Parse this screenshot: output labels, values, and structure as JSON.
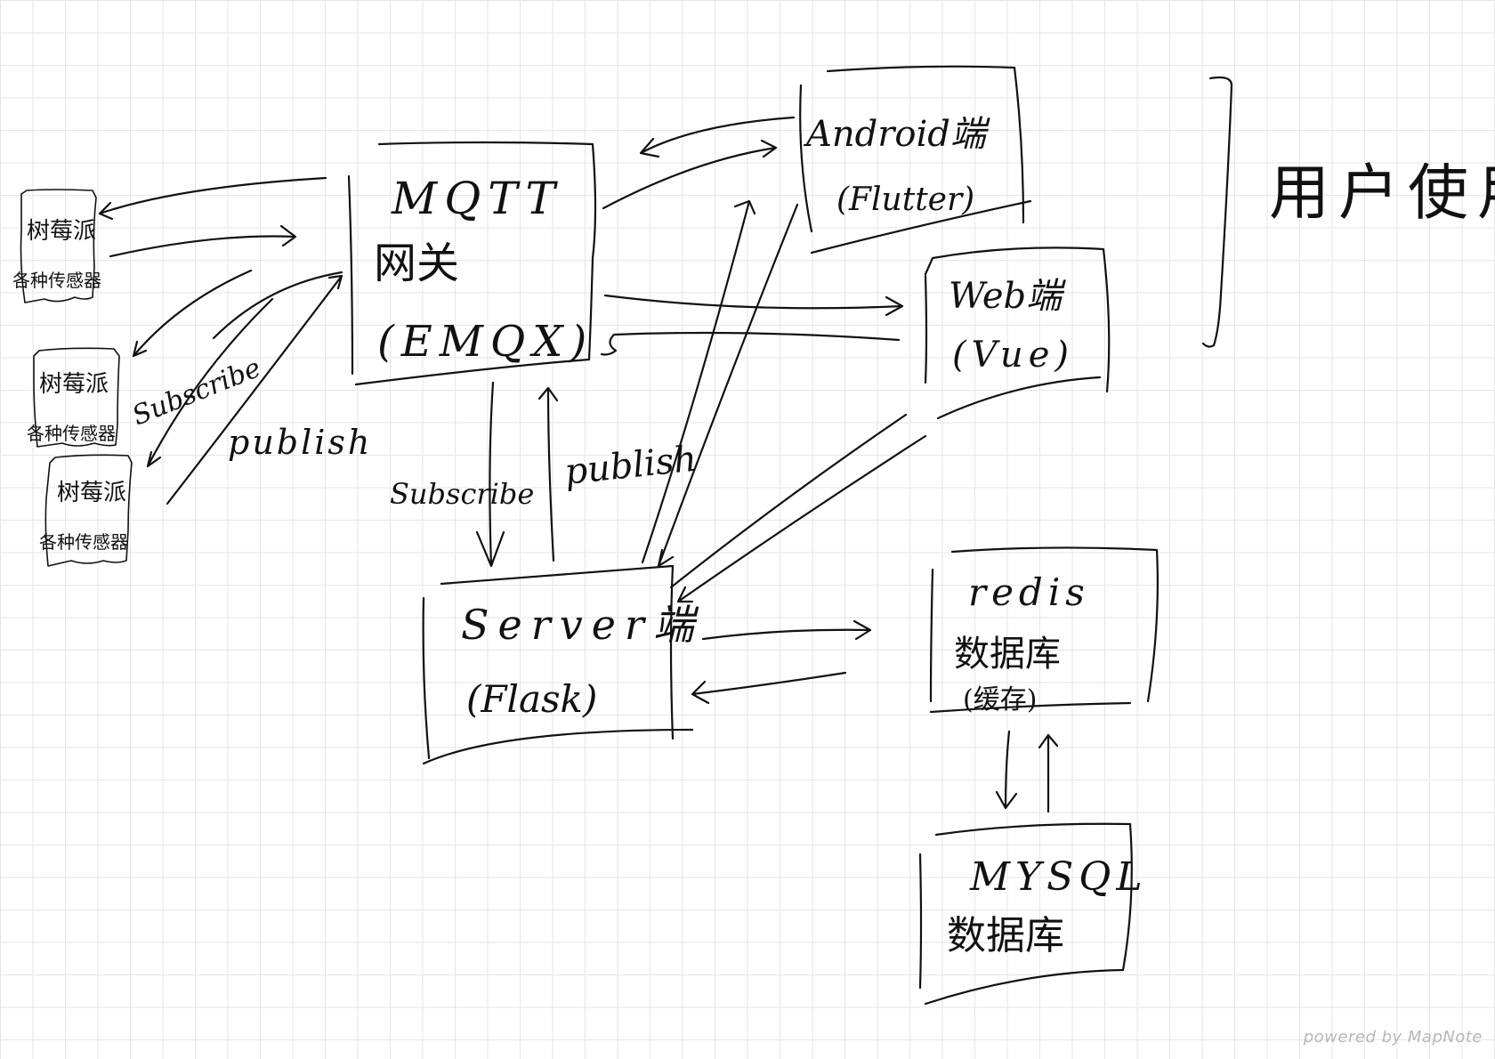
{
  "nodes": {
    "sensor_node_1": {
      "line1": "树莓派",
      "line2": "各种传感器"
    },
    "sensor_node_2": {
      "line1": "树莓派",
      "line2": "各种传感器"
    },
    "sensor_node_3": {
      "line1": "树莓派",
      "line2": "各种传感器"
    },
    "mqtt_gateway": {
      "line1": "MQTT",
      "line2": "网关",
      "line3": "(EMQX)"
    },
    "android_client": {
      "line1": "Android端",
      "line2": "(Flutter)"
    },
    "web_client": {
      "line1": "Web端",
      "line2": "(Vue)"
    },
    "server": {
      "line1": "Server端",
      "line2": "(Flask)"
    },
    "redis": {
      "line1": "redis",
      "line2": "数据库",
      "line3": "(缓存)"
    },
    "mysql": {
      "line1": "MYSQL",
      "line2": "数据库"
    }
  },
  "labels": {
    "sensors_subscribe": "Subscribe",
    "sensors_publish": "publish",
    "server_subscribe": "Subscribe",
    "server_publish": "publish",
    "user_use": "用户使用"
  },
  "footer": {
    "watermark": "powered by MapNote"
  },
  "colors": {
    "ink": "#111111",
    "grid": "#e6e6e6",
    "watermark": "#b8b8b8"
  }
}
